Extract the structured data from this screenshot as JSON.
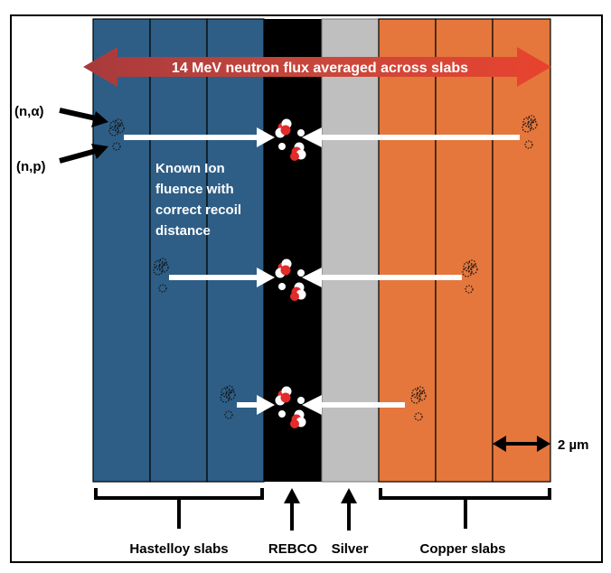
{
  "banner": {
    "text": "14 MeV neutron flux averaged across slabs"
  },
  "reaction_labels": {
    "alpha": "(n,α)",
    "proton": "(n,p)"
  },
  "annotation": {
    "lines": [
      "Known Ion",
      "fluence with",
      "correct recoil",
      "distance"
    ]
  },
  "scale_label": "2 µm",
  "bottom_labels": {
    "hastelloy": "Hastelloy slabs",
    "rebco": "REBCO",
    "silver": "Silver",
    "copper": "Copper slabs"
  },
  "colors": {
    "hastelloy": "#2e5e86",
    "rebco": "#000000",
    "silver": "#bfbfbf",
    "copper": "#e5773c",
    "banner_arrow": "#c83b2a",
    "recoil_red": "#e32b2b"
  }
}
